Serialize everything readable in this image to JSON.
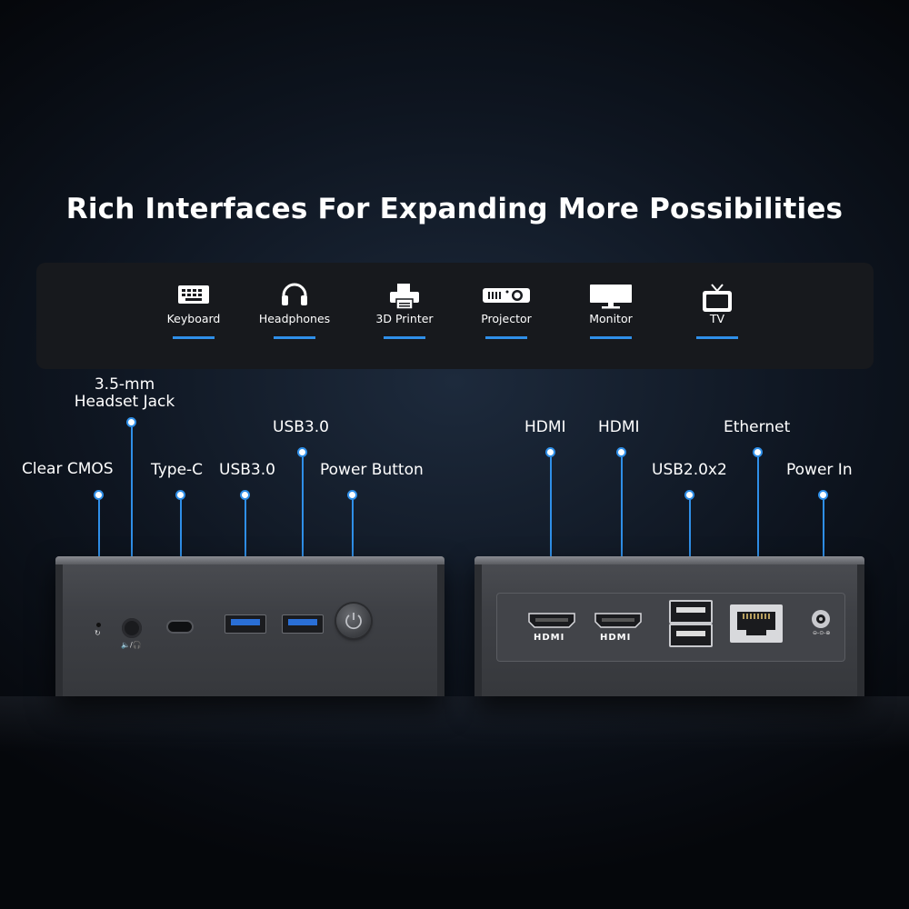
{
  "title": "Rich Interfaces For Expanding More Possibilities",
  "devices": [
    {
      "label": "Keyboard",
      "icon": "keyboard-icon"
    },
    {
      "label": "Headphones",
      "icon": "headphones-icon"
    },
    {
      "label": "3D Printer",
      "icon": "printer-icon"
    },
    {
      "label": "Projector",
      "icon": "projector-icon"
    },
    {
      "label": "Monitor",
      "icon": "monitor-icon"
    },
    {
      "label": "TV",
      "icon": "tv-icon"
    }
  ],
  "front_callouts": {
    "clear_cmos": "Clear CMOS",
    "headset_line1": "3.5-mm",
    "headset_line2": "Headset Jack",
    "type_c": "Type-C",
    "usb3_a": "USB3.0",
    "usb3_b": "USB3.0",
    "power_button": "Power Button"
  },
  "back_callouts": {
    "hdmi_1": "HDMI",
    "hdmi_2": "HDMI",
    "usb2": "USB2.0x2",
    "ethernet": "Ethernet",
    "power_in": "Power In"
  },
  "port_marks": {
    "hdmi_1": "HDMI",
    "hdmi_2": "HDMI"
  },
  "colors": {
    "accent": "#2f8fe8",
    "usb3_blue": "#2a6fd6"
  }
}
